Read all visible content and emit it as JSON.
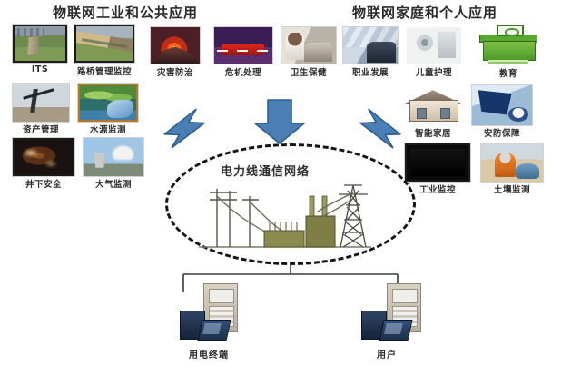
{
  "figure": {
    "title_left": "物联网工业和公共应用",
    "title_right": "物联网家庭和个人应用",
    "center_label": "电力线通信网络"
  },
  "left_group": {
    "heading": "物联网工业和公共应用",
    "tiles": [
      {
        "label": "ITS",
        "art": "its"
      },
      {
        "label": "路桥管理监控",
        "art": "bridge"
      },
      {
        "label": "灾害防治",
        "art": "volcano"
      },
      {
        "label": "危机处理",
        "art": "firetruck"
      },
      {
        "label": "资产管理",
        "art": "oil"
      },
      {
        "label": "水源监测",
        "art": "water"
      },
      {
        "label": "井下安全",
        "art": "mine"
      },
      {
        "label": "大气监测",
        "art": "air"
      }
    ]
  },
  "right_group": {
    "heading": "物联网家庭和个人应用",
    "tiles": [
      {
        "label": "卫生保健",
        "art": "health"
      },
      {
        "label": "职业发展",
        "art": "career"
      },
      {
        "label": "儿童护理",
        "art": "child"
      },
      {
        "label": "教育",
        "art": "school"
      },
      {
        "label": "智能家居",
        "art": "house"
      },
      {
        "label": "安防保障",
        "art": "secure"
      },
      {
        "label": "工业监控",
        "art": "industry"
      },
      {
        "label": "土壤监测",
        "art": "soil"
      }
    ]
  },
  "arrows": [
    {
      "name": "arrow-left-into-network",
      "direction": "down-right"
    },
    {
      "name": "arrow-center-into-network",
      "direction": "down"
    },
    {
      "name": "arrow-right-into-network",
      "direction": "down-left"
    }
  ],
  "bottom_nodes": [
    {
      "label": "用电终端"
    },
    {
      "label": "用户"
    }
  ],
  "colors": {
    "arrow_blue": "#4a7fb5",
    "arrow_blue_dark": "#2f5f91",
    "ellipse_stroke": "#141414",
    "background": "#ffffff",
    "text": "#2c2c2c",
    "plant_olive": "#7d7a3f"
  }
}
